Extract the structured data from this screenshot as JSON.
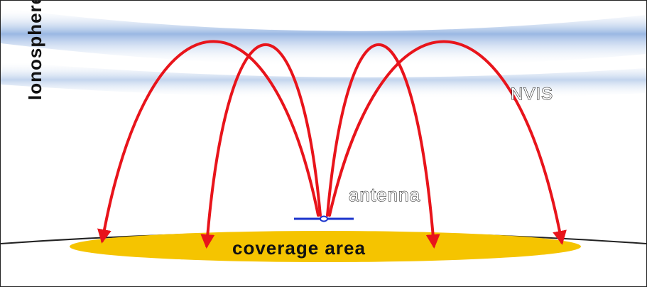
{
  "labels": {
    "ionosphere": "Ionosphere",
    "nvis": "NVIS",
    "antenna": "antenna",
    "coverage": "coverage area"
  },
  "colors": {
    "ray": "#e8141b",
    "coverage_fill": "#f5c400",
    "antenna": "#1a33cc",
    "ionosphere_band": "#a9c4e8",
    "ground_line": "#222222"
  }
}
